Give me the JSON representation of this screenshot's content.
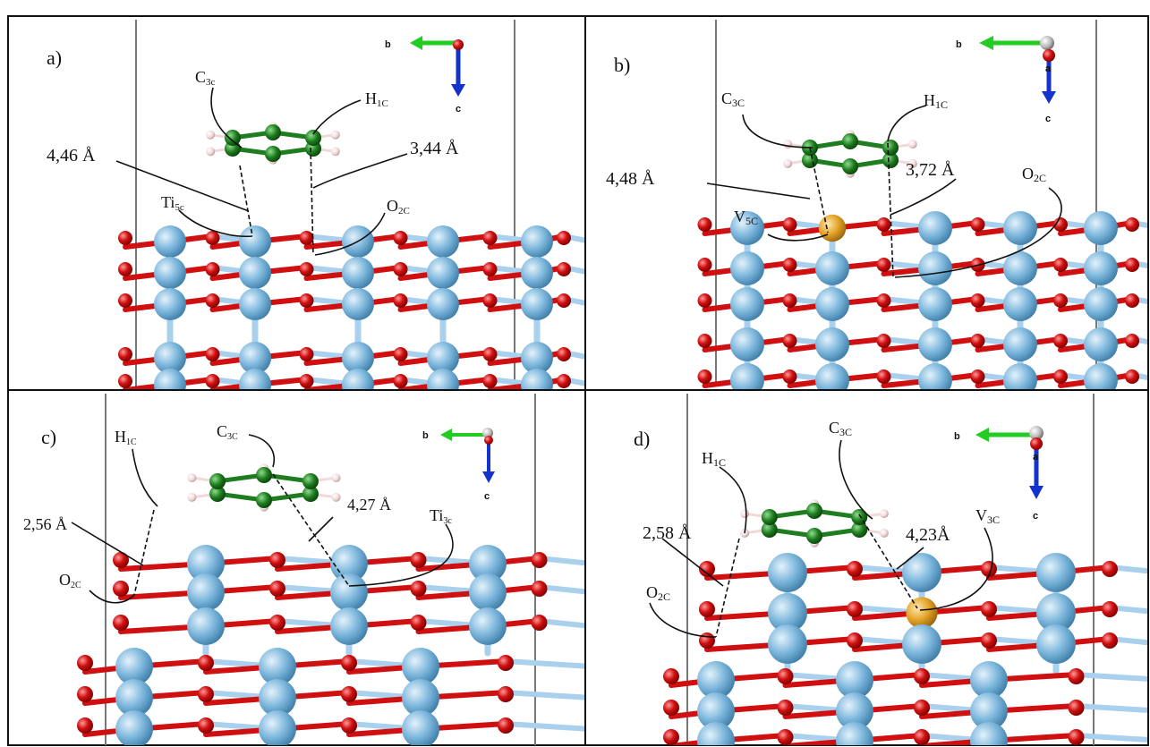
{
  "colors": {
    "oxygen": "#d01010",
    "titanium": "#7cb6dc",
    "titanium_bond": "#a9d0ec",
    "vanadium": "#e3a327",
    "carbon": "#1e7d1e",
    "hydrogen": "#f1d9d9",
    "axis_b": "#22cc22",
    "axis_c": "#1433cc",
    "axis_a": "#cc1111"
  },
  "panels": [
    {
      "letter": "a)",
      "metal_label": "Ti",
      "metal_sub": "5c",
      "carbon_label": "C",
      "carbon_sub": "3c",
      "hydrogen_label": "H",
      "hydrogen_sub": "1C",
      "oxygen_label": "O",
      "oxygen_sub": "2C",
      "dist_metal": "4,46 Å",
      "dist_oxygen": "3,44 Å",
      "axis_b": "b",
      "axis_c": "c",
      "axis_a": ""
    },
    {
      "letter": "b)",
      "metal_label": "V",
      "metal_sub": "5C",
      "carbon_label": "C",
      "carbon_sub": "3C",
      "hydrogen_label": "H",
      "hydrogen_sub": "1C",
      "oxygen_label": "O",
      "oxygen_sub": "2C",
      "dist_metal": "4,48 Å",
      "dist_oxygen": "3,72 Å",
      "axis_b": "b",
      "axis_c": "c",
      "axis_a": "a"
    },
    {
      "letter": "c)",
      "metal_label": "Ti",
      "metal_sub": "3c",
      "carbon_label": "C",
      "carbon_sub": "3C",
      "hydrogen_label": "H",
      "hydrogen_sub": "1C",
      "oxygen_label": "O",
      "oxygen_sub": "2C",
      "dist_metal": "4,27 Å",
      "dist_oxygen": "2,56 Å",
      "axis_b": "b",
      "axis_c": "c",
      "axis_a": ""
    },
    {
      "letter": "d)",
      "metal_label": "V",
      "metal_sub": "3C",
      "carbon_label": "C",
      "carbon_sub": "3C",
      "hydrogen_label": "H",
      "hydrogen_sub": "1C",
      "oxygen_label": "O",
      "oxygen_sub": "2C",
      "dist_metal": "4,23Å",
      "dist_oxygen": "2,58 Å",
      "axis_b": "b",
      "axis_c": "c",
      "axis_a": "a"
    }
  ]
}
